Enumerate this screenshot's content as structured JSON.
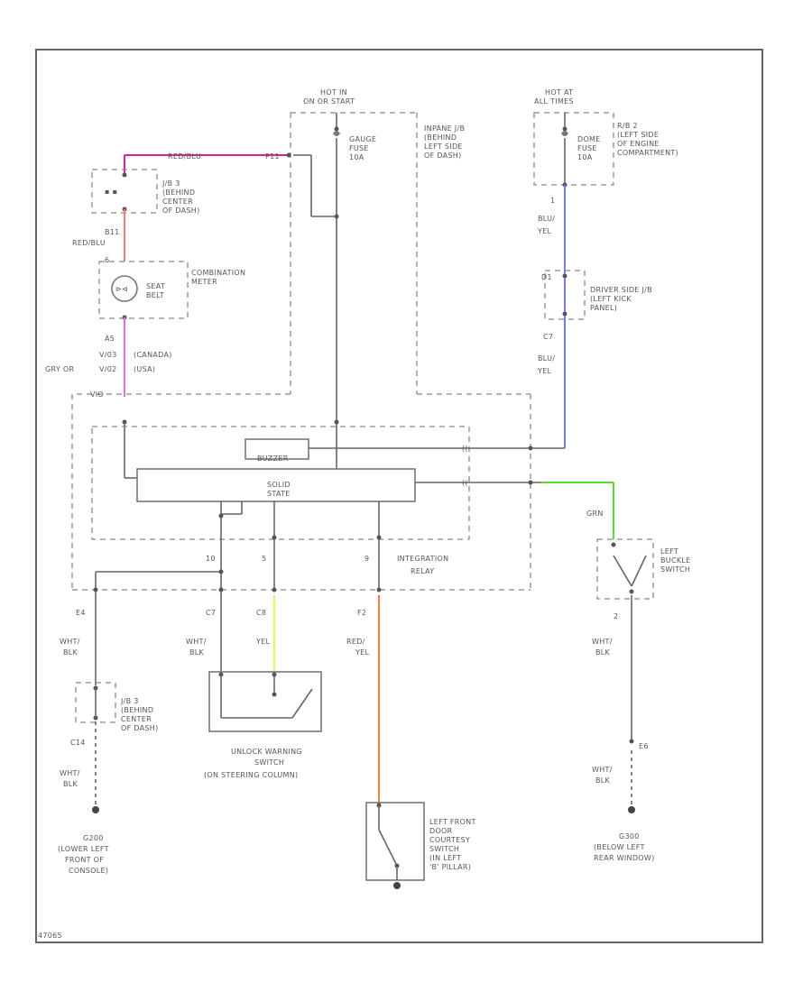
{
  "colors": {
    "red_yel": "#ff7a7a",
    "red_blu": "#e0209a",
    "gry_or_vio": "#e070e0",
    "blu_yel": "#7a7aff",
    "grn": "#55dd33",
    "yel": "#f0f04a",
    "red_yel_orange": "#ff7a3a",
    "wire": "#666666"
  },
  "power": {
    "gauge_hot": [
      "HOT IN",
      "ON OR START"
    ],
    "gauge_fuse": [
      "GAUGE",
      "FUSE",
      "10A"
    ],
    "ip_jb": [
      "INPANE J/B",
      "(BEHIND",
      "LEFT SIDE",
      "OF DASH)"
    ],
    "dome_hot": [
      "HOT AT",
      "ALL TIMES"
    ],
    "dome_fuse": [
      "DOME",
      "FUSE",
      "10A"
    ],
    "rb2": [
      "R/B 2",
      "(LEFT SIDE",
      "OF ENGINE",
      "COMPARTMENT)"
    ]
  },
  "left": {
    "wire_top": "RED/BLU",
    "pin_p11": "P11",
    "jb3": [
      "J/B 3",
      "(BEHIND",
      "CENTER",
      "OF DASH)"
    ],
    "pin_b11": "B11",
    "wire_b11": "RED/BLU",
    "pin_6": "6",
    "combination_meter": [
      "COMBINATION",
      "METER"
    ],
    "seat_belt": [
      "SEAT",
      "BELT"
    ],
    "pin_a5": "A5",
    "pin_v03": "V/03",
    "pin_v02": "V/02",
    "canada": "(CANADA)",
    "usa": "(USA)",
    "gry_or": "GRY  OR",
    "vio": "VIO"
  },
  "relay": {
    "buzzer": "BUZZER",
    "solid_state": [
      "SOLID",
      "STATE"
    ],
    "pin_10": "10",
    "pin_5": "5",
    "pin_9": "9",
    "title": [
      "INTEGRATION",
      "RELAY"
    ]
  },
  "right": {
    "pin_1": "1",
    "wire_blu_yel_1": [
      "BLU/",
      "YEL"
    ],
    "pin_d1": "D1",
    "driver_jb": [
      "DRIVER SIDE J/B",
      "(LEFT KICK",
      "PANEL)"
    ],
    "pin_c7": "C7",
    "wire_blu_yel_2": [
      "BLU/",
      "YEL"
    ],
    "wire_grn": "GRN",
    "left_buckle_switch": [
      "LEFT",
      "BUCKLE",
      "SWITCH"
    ],
    "pin_2": "2",
    "wire_wht_blk": [
      "WHT/",
      "BLK"
    ],
    "pin_e6": "E6",
    "wire_wht_blk_2": [
      "WHT/",
      "BLK"
    ],
    "ground": [
      "G300",
      "(BELOW LEFT",
      "REAR WINDOW)"
    ]
  },
  "bottom": {
    "pin_e4": "E4",
    "wire_wht_blk_e4": [
      "WHT/",
      "BLK"
    ],
    "jb3b": [
      "J/B 3",
      "(BEHIND",
      "CENTER",
      "OF DASH)"
    ],
    "pin_c14": "C14",
    "wire_wht_blk_c14": [
      "WHT/",
      "BLK"
    ],
    "ground_left": [
      "G200",
      "(LOWER LEFT",
      "FRONT OF",
      "CONSOLE)"
    ],
    "pin_c7": "C7",
    "wire_wht_blk_c7": [
      "WHT/",
      "BLK"
    ],
    "pin_c8": "C8",
    "wire_yel": "YEL",
    "unlock_switch": [
      "UNLOCK WARNING",
      "SWITCH",
      "(ON STEERING COLUMN)"
    ],
    "pin_f2": "F2",
    "wire_red_yel": [
      "RED/",
      "YEL"
    ],
    "door_switch": [
      "LEFT FRONT",
      "DOOR",
      "COURTESY",
      "SWITCH",
      "(IN LEFT",
      "'B' PILLAR)"
    ]
  },
  "code": "47065"
}
